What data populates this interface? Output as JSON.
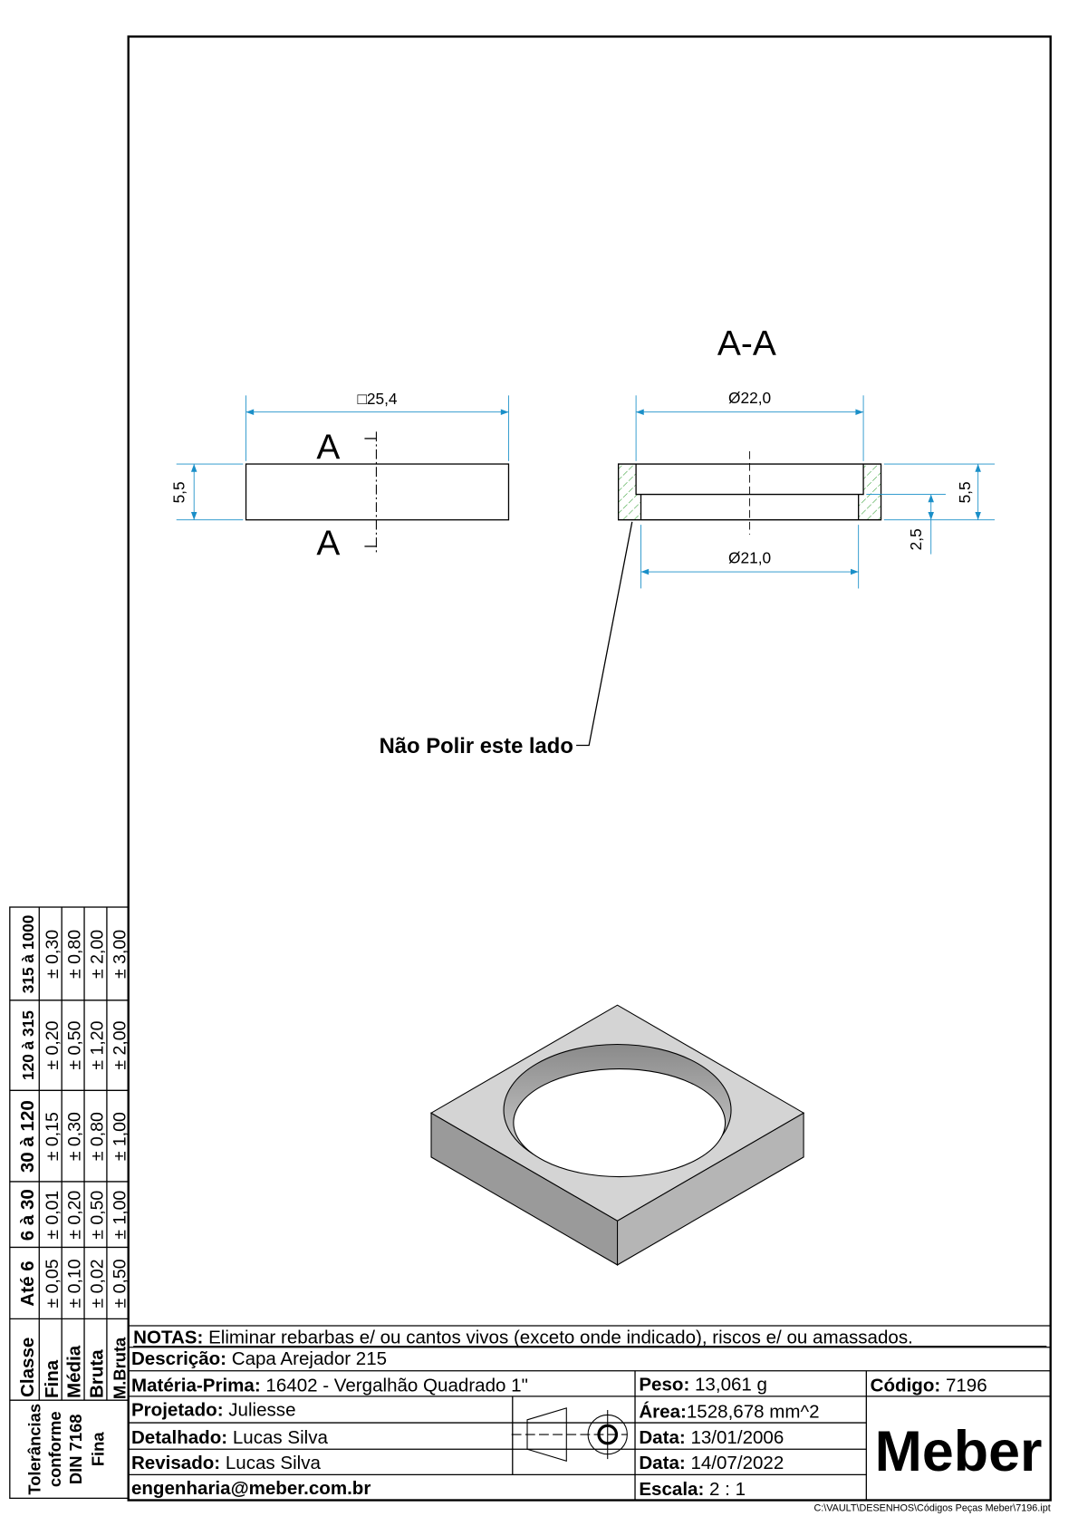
{
  "views": {
    "section_label": "A-A",
    "cut_label_top": "A",
    "cut_label_bottom": "A",
    "dim_square": "□25,4",
    "dim_height_left": "5,5",
    "dim_outer_dia": "Ø22,0",
    "dim_inner_dia": "Ø21,0",
    "dim_height_right": "5,5",
    "dim_step": "2,5",
    "note_callout": "Não Polir este lado"
  },
  "tolerances": {
    "title_lines": [
      "Tolerâncias",
      "conforme",
      "DIN 7168",
      "Fina"
    ],
    "headers": [
      "Classe",
      "Até 6",
      "6 à 30",
      "30 à 120",
      "120 à 315",
      "315 à 1000"
    ],
    "rows": [
      {
        "classe": "Fina",
        "values": [
          "± 0,05",
          "± 0,01",
          "± 0,15",
          "± 0,20",
          "± 0,30"
        ]
      },
      {
        "classe": "Média",
        "values": [
          "± 0,10",
          "± 0,20",
          "± 0,30",
          "± 0,50",
          "± 0,80"
        ]
      },
      {
        "classe": "Bruta",
        "values": [
          "± 0,02",
          "± 0,50",
          "± 0,80",
          "± 1,20",
          "± 2,00"
        ]
      },
      {
        "classe": "M.Bruta",
        "values": [
          "± 0,50",
          "± 1,00",
          "± 1,00",
          "± 2,00",
          "± 3,00"
        ]
      }
    ]
  },
  "title_block": {
    "notas_label": "NOTAS:",
    "notas": " Eliminar rebarbas e/ ou cantos vivos (exceto onde indicado), riscos e/ ou amassados.",
    "descricao_label": "Descrição:",
    "descricao": " Capa Arejador 215",
    "materia_label": "Matéria-Prima:",
    "materia": " 16402 - Vergalhão Quadrado 1\"",
    "peso_label": "Peso:",
    "peso": " 13,061 g",
    "codigo_label": "Código:",
    "codigo": " 7196",
    "projetado_label": "Projetado:",
    "projetado": " Juliesse",
    "detalhado_label": "Detalhado:",
    "detalhado": " Lucas Silva",
    "revisado_label": "Revisado:",
    "revisado": " Lucas Silva",
    "email": "engenharia@meber.com.br",
    "area_label": "Área:",
    "area": "1528,678 mm^2",
    "data1_label": "Data:",
    "data1": " 13/01/2006",
    "data2_label": "Data:",
    "data2": " 14/07/2022",
    "escala_label": "Escala:",
    "escala": " 2 : 1",
    "logo": "Meber",
    "file_path": "C:\\VAULT\\DESENHOS\\Códigos Peças Meber\\7196.ipt"
  }
}
